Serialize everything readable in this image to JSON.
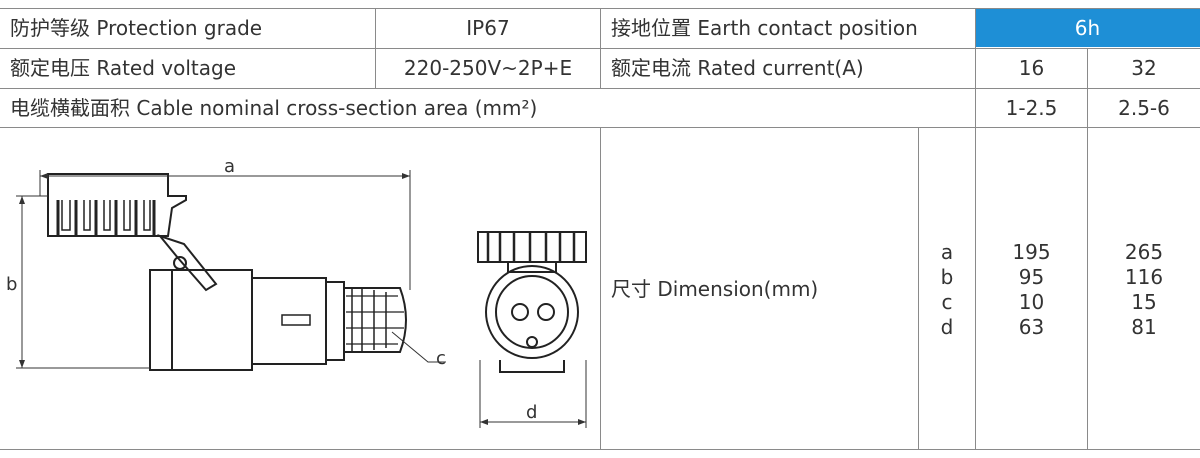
{
  "colors": {
    "accent": "#1e8fd6",
    "line": "#8a8a8a",
    "text": "#333333"
  },
  "rows": {
    "protection": {
      "label": "防护等级 Protection grade",
      "value": "IP67",
      "earth_label": "接地位置 Earth contact position",
      "earth_value": "6h"
    },
    "voltage": {
      "label": "额定电压 Rated voltage",
      "value": "220-250V~2P+E",
      "current_label": "额定电流 Rated current(A)",
      "current_1": "16",
      "current_2": "32"
    },
    "cable": {
      "label": "电缆横截面积 Cable nominal cross-section area (mm²)",
      "area_1": "1-2.5",
      "area_2": "2.5-6"
    }
  },
  "dimension": {
    "label": "尺寸 Dimension(mm)",
    "keys": [
      "a",
      "b",
      "c",
      "d"
    ],
    "col_16": [
      "195",
      "95",
      "10",
      "63"
    ],
    "col_32": [
      "265",
      "116",
      "15",
      "81"
    ]
  },
  "drawing": {
    "label_a": "a",
    "label_b": "b",
    "label_c": "c",
    "label_d": "d"
  }
}
